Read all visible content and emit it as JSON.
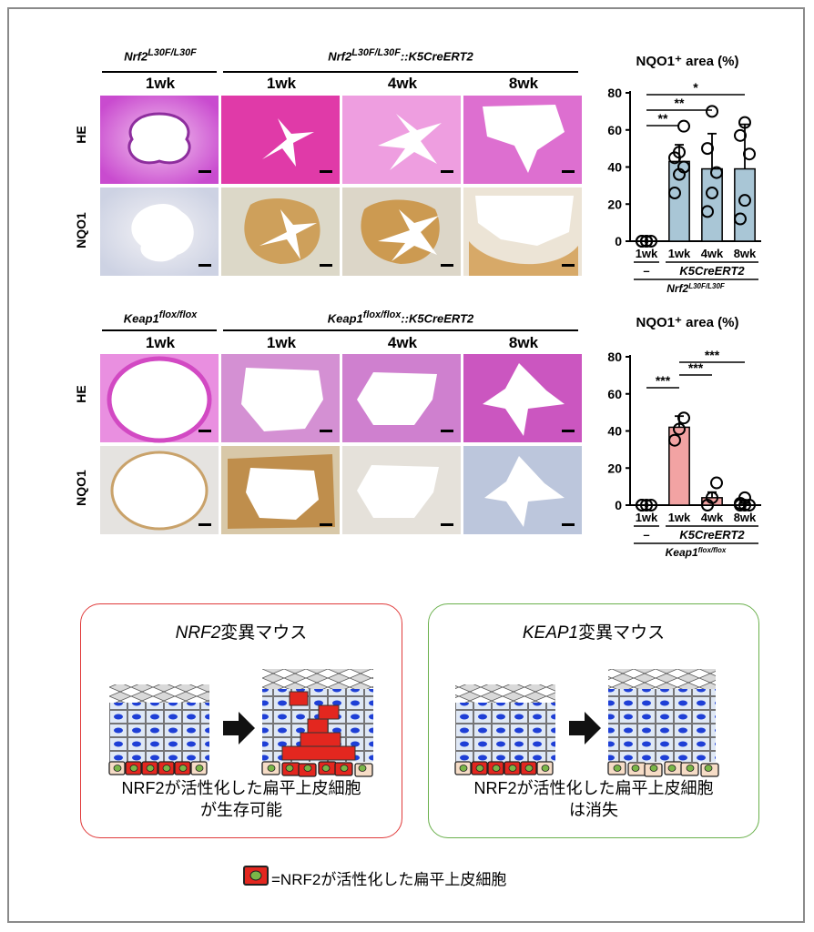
{
  "top": {
    "genotype_left": "Nrf2",
    "genotype_left_sup": "L30F/L30F",
    "genotype_right": "Nrf2",
    "genotype_right_sup": "L30F/L30F",
    "genotype_right_suffix": "::K5CreERT2",
    "timepoints": [
      "1wk",
      "1wk",
      "4wk",
      "8wk"
    ],
    "row_labels": [
      "HE",
      "NQO1"
    ]
  },
  "bottom": {
    "genotype_left": "Keap1",
    "genotype_left_sup": "flox/flox",
    "genotype_right": "Keap1",
    "genotype_right_sup": "flox/flox",
    "genotype_right_suffix": "::K5CreERT2",
    "timepoints": [
      "1wk",
      "1wk",
      "4wk",
      "8wk"
    ],
    "row_labels": [
      "HE",
      "NQO1"
    ]
  },
  "chart_data": [
    {
      "type": "bar",
      "title": "NQO1⁺ area (%)",
      "categories": [
        "1wk",
        "1wk",
        "4wk",
        "8wk"
      ],
      "values": [
        0,
        43,
        39,
        39
      ],
      "errors": [
        0,
        9,
        19,
        24
      ],
      "points": [
        [
          0,
          0,
          0,
          0,
          0
        ],
        [
          26,
          36,
          40,
          45,
          48,
          62
        ],
        [
          16,
          26,
          37,
          50,
          70
        ],
        [
          12,
          22,
          47,
          57,
          64
        ]
      ],
      "ylim": [
        0,
        80
      ],
      "yticks": [
        0,
        20,
        40,
        60,
        80
      ],
      "significance": [
        {
          "from": 0,
          "to": 1,
          "label": "**"
        },
        {
          "from": 0,
          "to": 2,
          "label": "**"
        },
        {
          "from": 0,
          "to": 3,
          "label": "*"
        }
      ],
      "group_labels": {
        "minus": "–",
        "cre": "K5CreERT2",
        "genotype": "Nrf2",
        "genotype_sup": "L30F/L30F"
      },
      "colors": {
        "ctrl": "#ffffff",
        "exp": "#a9c6d6"
      }
    },
    {
      "type": "bar",
      "title": "NQO1⁺ area (%)",
      "categories": [
        "1wk",
        "1wk",
        "4wk",
        "8wk"
      ],
      "values": [
        0,
        42,
        4,
        0
      ],
      "errors": [
        0,
        6,
        3,
        1
      ],
      "points": [
        [
          0,
          0,
          0,
          0
        ],
        [
          35,
          41,
          47
        ],
        [
          0,
          4,
          12
        ],
        [
          0,
          0,
          0,
          1,
          4
        ]
      ],
      "ylim": [
        0,
        80
      ],
      "yticks": [
        0,
        20,
        40,
        60,
        80
      ],
      "significance": [
        {
          "from": 0,
          "to": 1,
          "label": "***"
        },
        {
          "from": 1,
          "to": 2,
          "label": "***"
        },
        {
          "from": 1,
          "to": 3,
          "label": "***"
        }
      ],
      "group_labels": {
        "minus": "–",
        "cre": "K5CreERT2",
        "genotype": "Keap1",
        "genotype_sup": "flox/flox"
      },
      "colors": {
        "ctrl": "#ffffff",
        "exp": "#f2a3a3"
      }
    }
  ],
  "schematic": {
    "nrf2_title_italic": "NRF2",
    "nrf2_title_rest": "変異マウス",
    "nrf2_caption": [
      "NRF2が活性化した扁平上皮細胞",
      "が生存可能"
    ],
    "keap1_title_italic": "KEAP1",
    "keap1_title_rest": "変異マウス",
    "keap1_caption": [
      "NRF2が活性化した扁平上皮細胞",
      "は消失"
    ],
    "legend": "=NRF2が活性化した扁平上皮細胞",
    "colors": {
      "nrf2_border": "#e03a3a",
      "keap1_border": "#6ab04c",
      "active_cell": "#e3271f",
      "nucleus": "#1e3fd6",
      "basal_nucleus": "#7ab648"
    }
  }
}
